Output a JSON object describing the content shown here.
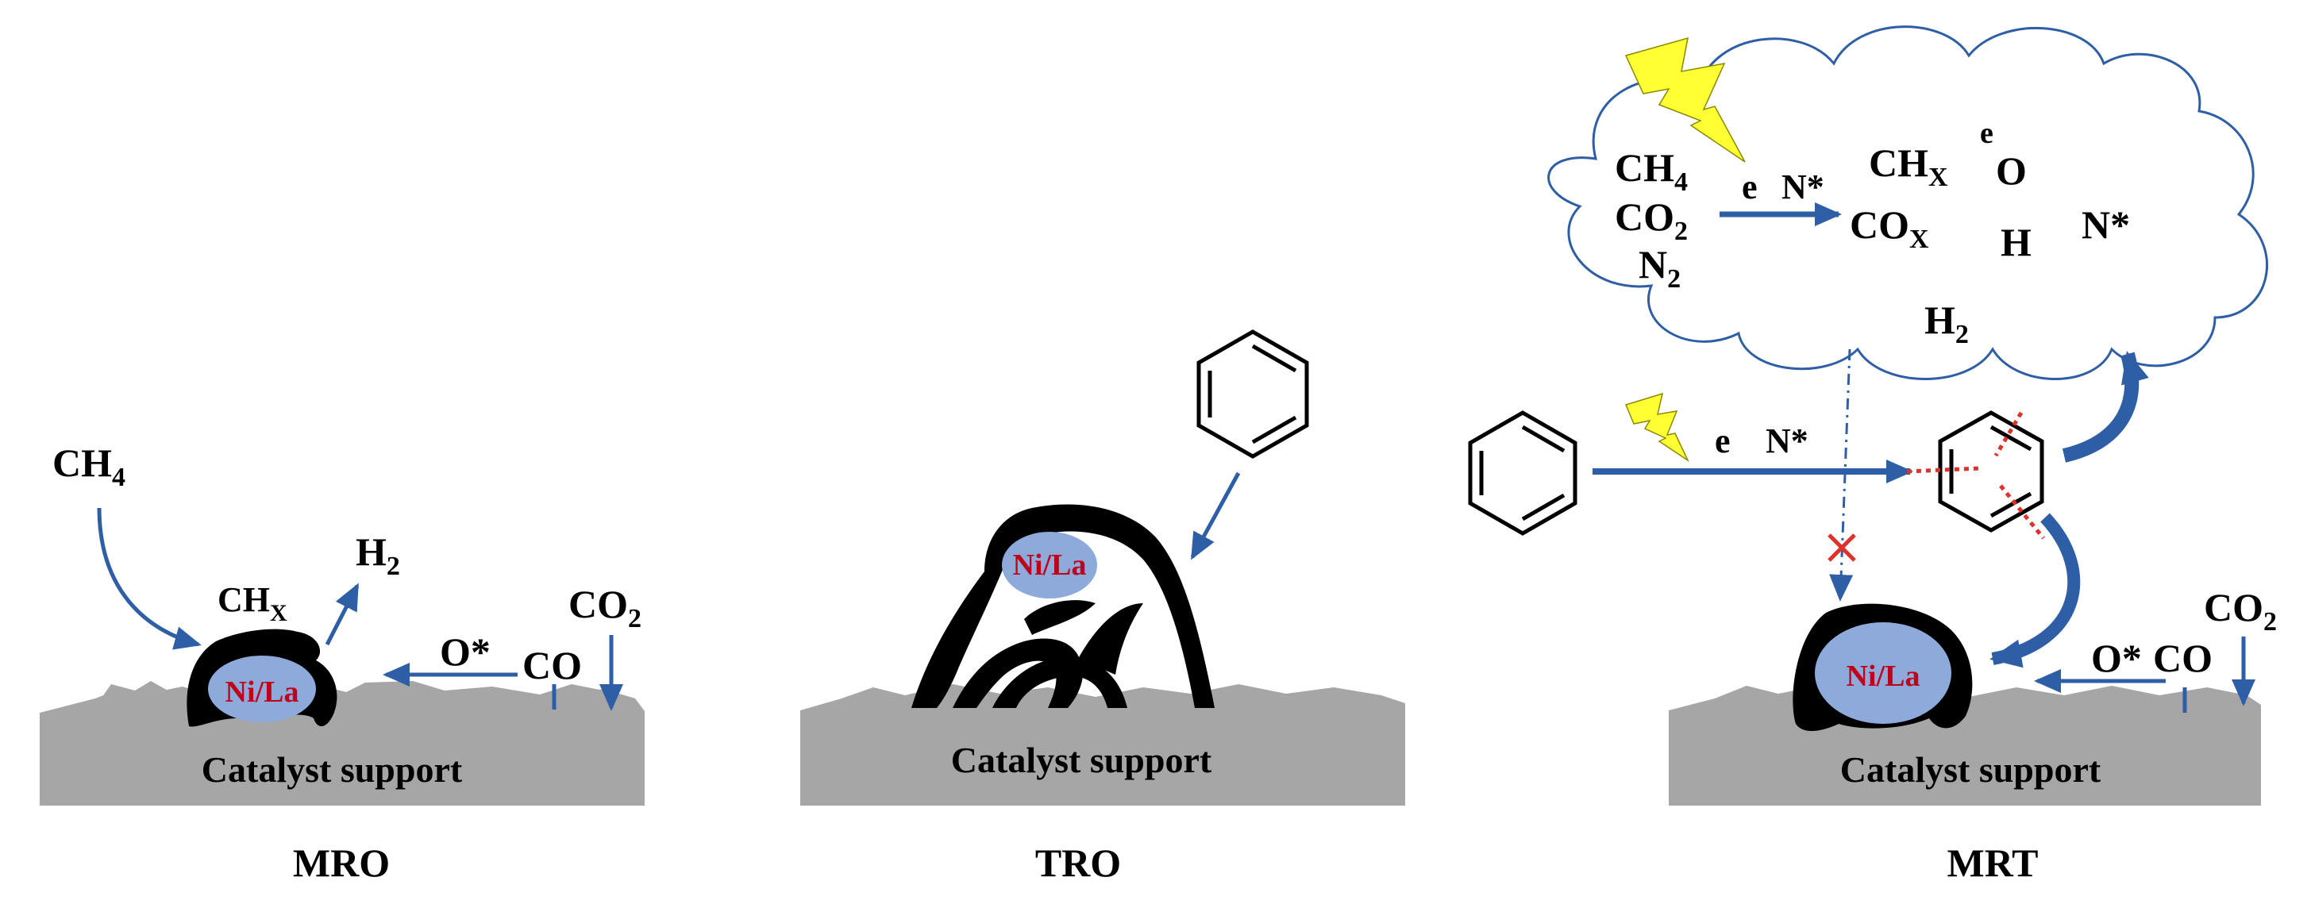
{
  "colors": {
    "arrow": "#2e5fa6",
    "support": "#a6a6a6",
    "particle": "#8eaadb",
    "coke": "#000000",
    "catalyst_label": "#c0001a",
    "break_mark": "#e0302a"
  },
  "panels": {
    "mro": {
      "caption": "MRO",
      "support_label": "Catalyst support",
      "catalyst_label": "Ni/La",
      "ch4": "CH",
      "ch4_sub": "4",
      "chx": "CH",
      "chx_sub": "X",
      "h2": "H",
      "h2_sub": "2",
      "co2": "CO",
      "co2_sub": "2",
      "o_star": "O*",
      "co": "CO"
    },
    "tro": {
      "caption": "TRO",
      "support_label": "Catalyst support",
      "catalyst_label": "Ni/La",
      "benzene_icon": "benzene-ring-icon"
    },
    "mrt": {
      "caption": "MRT",
      "support_label": "Catalyst support",
      "catalyst_label": "Ni/La",
      "cloud": {
        "ch4": "CH",
        "ch4_sub": "4",
        "co2": "CO",
        "co2_sub": "2",
        "n2": "N",
        "n2_sub": "2",
        "e": "e",
        "n_star": "N*",
        "chx": "CH",
        "chx_sub": "X",
        "cox": "CO",
        "cox_sub": "X",
        "e_small": "e",
        "o": "O",
        "h": "H",
        "n_star_right": "N*",
        "h2": "H",
        "h2_sub": "2"
      },
      "main_e": "e",
      "main_n_star": "N*",
      "o_star": "O*",
      "co": "CO",
      "co2": "CO",
      "co2_sub": "2",
      "lightning_icon": "lightning-icon",
      "blocked_icon": "blocked-x-icon"
    }
  }
}
